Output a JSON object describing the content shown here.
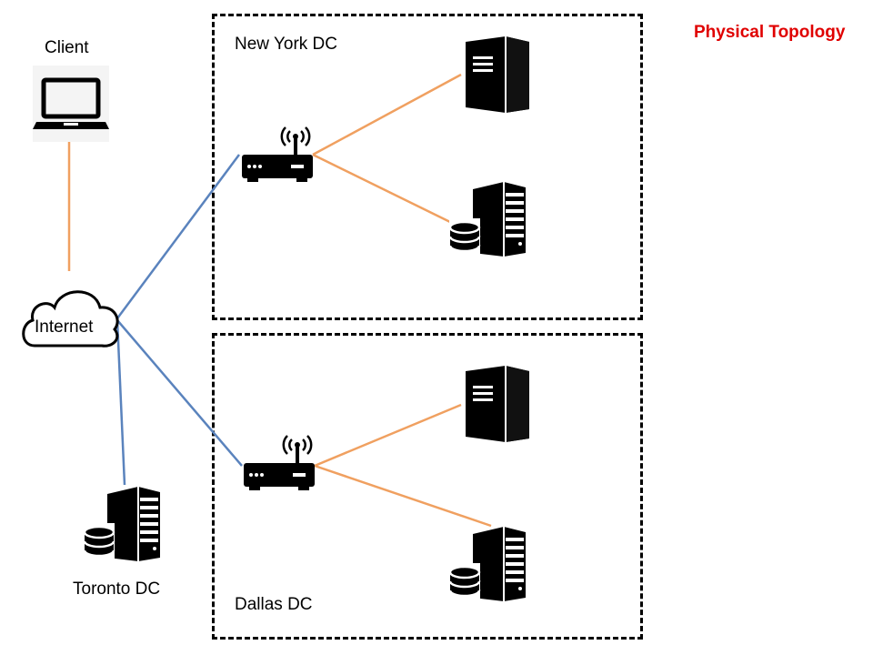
{
  "title": "Physical Topology",
  "nodes": {
    "client": "Client",
    "internet": "Internet",
    "toronto": "Toronto DC"
  },
  "datacenters": {
    "new_york": "New York DC",
    "dallas": "Dallas DC"
  },
  "colors": {
    "title": "#e00000",
    "wan_link": "#5a83bd",
    "lan_link": "#f0a060",
    "border": "#000000"
  },
  "icons": [
    "laptop-icon",
    "cloud-icon",
    "wireless-router-icon",
    "server-icon",
    "database-server-icon"
  ]
}
